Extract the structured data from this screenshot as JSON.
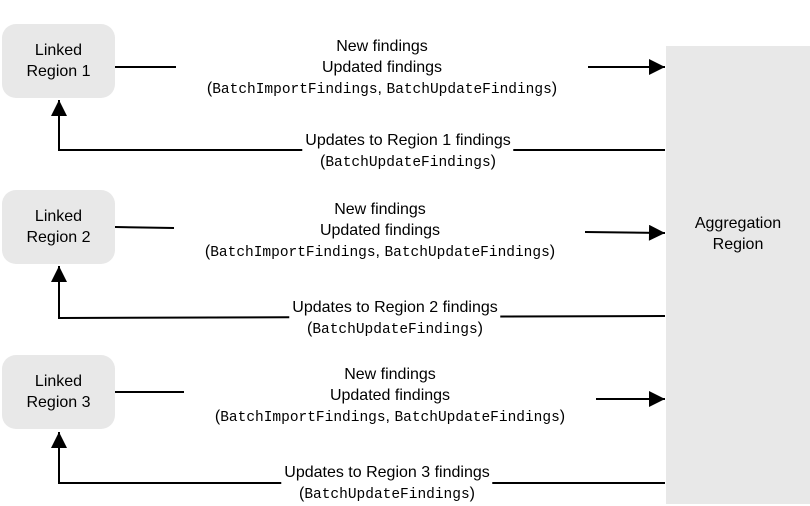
{
  "linked_regions": [
    {
      "name_line1": "Linked",
      "name_line2": "Region 1",
      "outbound": {
        "line1": "New findings",
        "line2": "Updated findings",
        "open": "(",
        "api1": "BatchImportFindings",
        "sep": ",",
        "api2": "BatchUpdateFindings",
        "close": ")"
      },
      "inbound": {
        "line1": "Updates to Region 1 findings",
        "open": "(",
        "api": "BatchUpdateFindings",
        "close": ")"
      }
    },
    {
      "name_line1": "Linked",
      "name_line2": "Region 2",
      "outbound": {
        "line1": "New findings",
        "line2": "Updated findings",
        "open": "(",
        "api1": "BatchImportFindings",
        "sep": ",",
        "api2": "BatchUpdateFindings",
        "close": ")"
      },
      "inbound": {
        "line1": "Updates to Region 2 findings",
        "open": "(",
        "api": "BatchUpdateFindings",
        "close": ")"
      }
    },
    {
      "name_line1": "Linked",
      "name_line2": "Region 3",
      "outbound": {
        "line1": "New findings",
        "line2": "Updated findings",
        "open": "(",
        "api1": "BatchImportFindings",
        "sep": ",",
        "api2": "BatchUpdateFindings",
        "close": ")"
      },
      "inbound": {
        "line1": "Updates to Region 3 findings",
        "open": "(",
        "api": "BatchUpdateFindings",
        "close": ")"
      }
    }
  ],
  "aggregation": {
    "line1": "Aggregation",
    "line2": "Region"
  }
}
